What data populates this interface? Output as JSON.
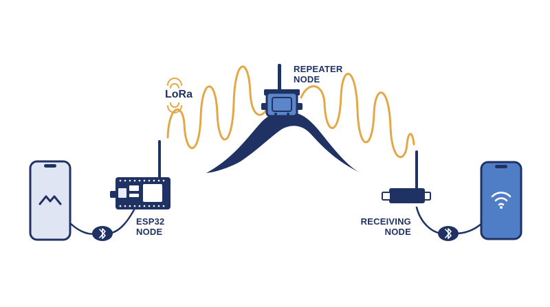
{
  "lora": {
    "label": "LoRa"
  },
  "repeater": {
    "line1": "REPEATER",
    "line2": "NODE"
  },
  "esp32": {
    "line1": "ESP32",
    "line2": "NODE"
  },
  "receiver": {
    "line1": "RECEIVING",
    "line2": "NODE"
  },
  "colors": {
    "navy": "#1f3263",
    "wave": "#e3a745",
    "phone_left": "#dfe5f2",
    "phone_right": "#4f7ec7",
    "white": "#ffffff"
  },
  "icons": {
    "left_phone_screen": "chevron-logo-icon",
    "right_phone_screen": "wifi-icon",
    "left_link": "bluetooth-icon",
    "right_link": "bluetooth-icon",
    "lora_badge": "signal-waves-icon"
  }
}
